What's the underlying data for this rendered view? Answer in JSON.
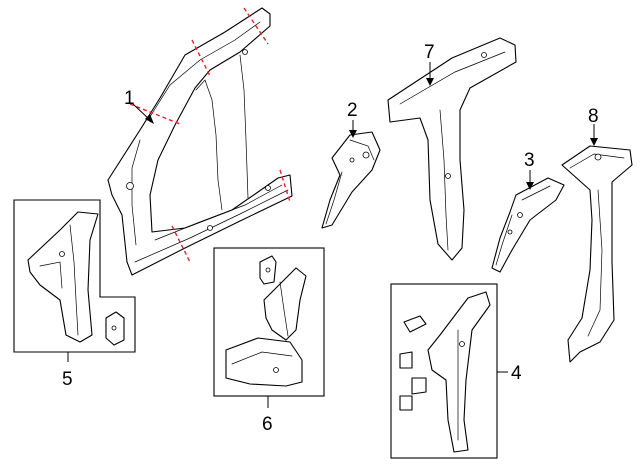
{
  "callouts": {
    "c1": "1",
    "c2": "2",
    "c3": "3",
    "c4": "4",
    "c5": "5",
    "c6": "6",
    "c7": "7",
    "c8": "8"
  },
  "colors": {
    "line": "#000000",
    "cut_marks": "#e8202a",
    "background": "#ffffff"
  }
}
